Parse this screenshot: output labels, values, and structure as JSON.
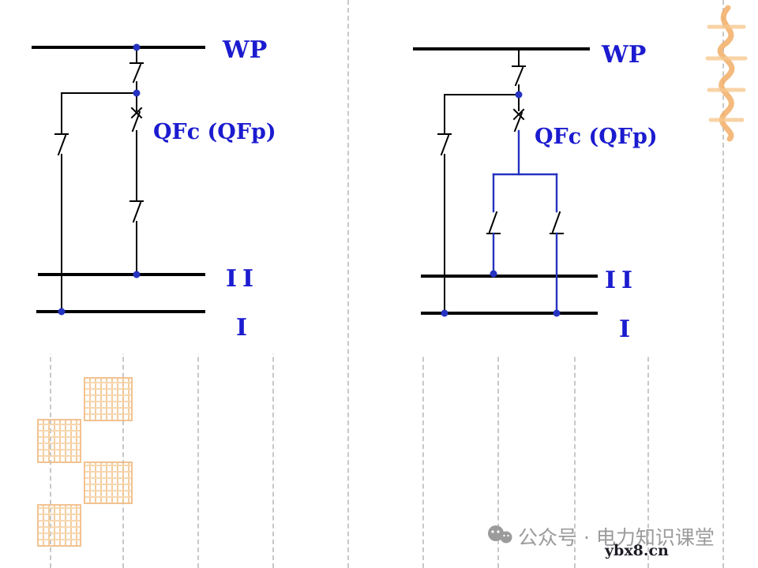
{
  "colors": {
    "wire": "#000000",
    "wire_highlight": "#2533c0",
    "node_dot": "#2533c0",
    "label_text": "#1b1bcf",
    "dashed_guide": "#c8c8c8",
    "seal_orange": "#f2b273",
    "watermark_gray": "#9b9b9b",
    "url_text": "#1c1c24"
  },
  "left_diagram": {
    "incoming_line_label": "WP",
    "breaker_label": "QFc (QFp)",
    "busbar_ii_label": "II",
    "busbar_i_label": "I"
  },
  "right_diagram": {
    "incoming_line_label": "WP",
    "breaker_label": "QFc (QFp)",
    "busbar_ii_label": "II",
    "busbar_i_label": "I"
  },
  "footer": {
    "watermark_text": "公众号 · 电力知识课堂",
    "site_url": "ybx8.cn"
  }
}
